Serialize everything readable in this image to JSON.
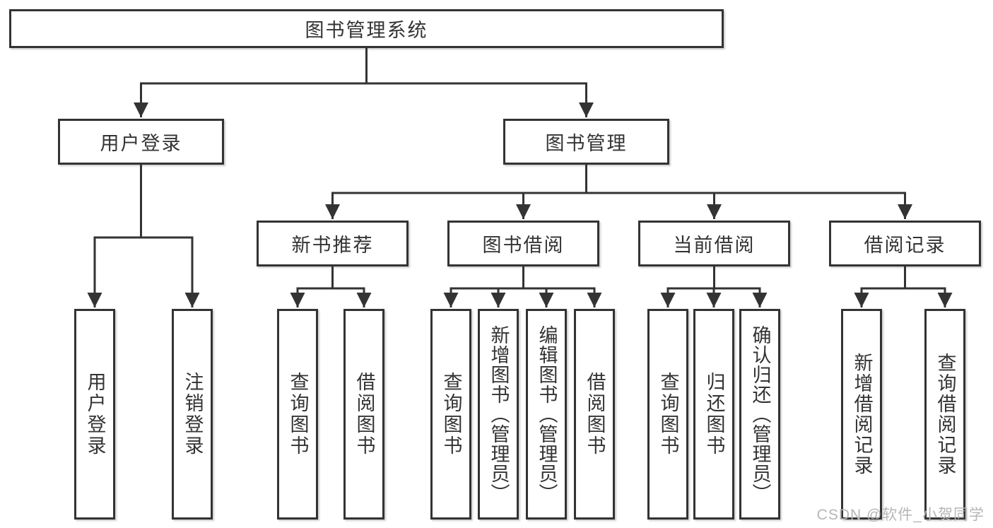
{
  "diagram_type": "feature-tree",
  "tree": {
    "label": "图书管理系统",
    "children": [
      {
        "label": "用户登录",
        "children": [
          {
            "label": "用户登录"
          },
          {
            "label": "注销登录"
          }
        ]
      },
      {
        "label": "图书管理",
        "children": [
          {
            "label": "新书推荐",
            "children": [
              {
                "label": "查询图书"
              },
              {
                "label": "借阅图书"
              }
            ]
          },
          {
            "label": "图书借阅",
            "children": [
              {
                "label": "查询图书"
              },
              {
                "label": "新增图书（管理员）"
              },
              {
                "label": "编辑图书（管理员）"
              },
              {
                "label": "借阅图书"
              }
            ]
          },
          {
            "label": "当前借阅",
            "children": [
              {
                "label": "查询图书"
              },
              {
                "label": "归还图书"
              },
              {
                "label": "确认归还（管理员）"
              }
            ]
          },
          {
            "label": "借阅记录",
            "children": [
              {
                "label": "新增借阅记录"
              },
              {
                "label": "查询借阅记录"
              }
            ]
          }
        ]
      }
    ]
  },
  "watermark": {
    "text": "CSDN @软件_小贺同学"
  },
  "colors": {
    "line": "#333333",
    "box_border": "#333333",
    "box_background": "#ffffff",
    "text": "#333333",
    "watermark": "#b6b6b6",
    "page_background": "#ffffff"
  }
}
